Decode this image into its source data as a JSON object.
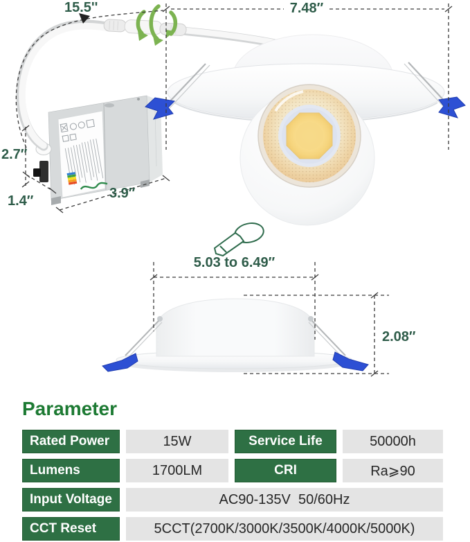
{
  "illustration": {
    "dimensions": {
      "cable_length": "15.5''",
      "fixture_diameter": "7.48″",
      "box_height": "2.7″",
      "box_depth": "1.4″",
      "box_width": "3.9″",
      "cutout_range": "5.03 to 6.49″",
      "fixture_height": "2.08″"
    },
    "icons": {
      "rotation_arrows": "rotation-arrows-icon",
      "hole_cutter": "hole-cutter-icon",
      "pointer_arrow": "arrow-down-icon"
    }
  },
  "parameter": {
    "title": "Parameter",
    "rows": [
      {
        "cells": [
          "Rated Power",
          "15W",
          "Service Life",
          "50000h"
        ]
      },
      {
        "cells": [
          "Lumens",
          "1700LM",
          "CRI",
          "Ra⩾90"
        ]
      },
      {
        "cells": [
          "Input Voltage",
          "AC90-135V  50/60Hz"
        ]
      },
      {
        "cells": [
          "CCT Reset",
          "5CCT(2700K/3000K/3500K/4000K/5000K)"
        ]
      }
    ]
  },
  "colors": {
    "title_green": "#1d7a33",
    "table_green": "#2e7044",
    "dimension_green": "#2e5c49",
    "cell_gray": "#e4e4e4",
    "clip_blue": "#2d50d4",
    "arrow_green": "#7cb351"
  }
}
